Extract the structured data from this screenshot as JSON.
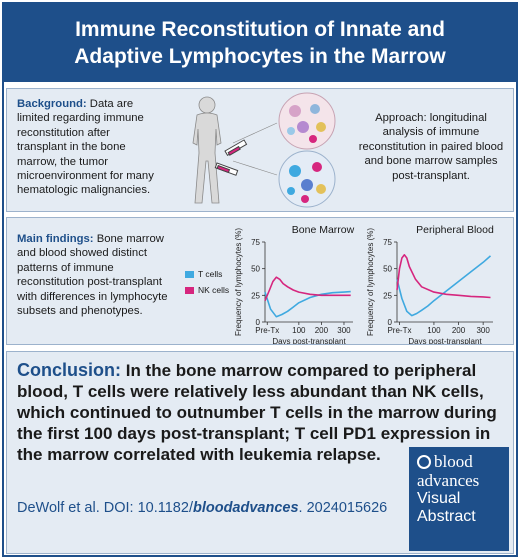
{
  "header": {
    "title": "Immune Reconstitution of Innate and Adaptive Lymphocytes in the Marrow"
  },
  "background": {
    "label": "Background:",
    "text": " Data are limited regarding immune reconstitution after transplant in the bone marrow, the tumor microenvironment for many hematologic malignancies.",
    "approach": "Approach: longitudinal analysis of immune reconstitution in paired blood and bone marrow samples post-transplant."
  },
  "main_findings": {
    "label": "Main findings:",
    "text": " Bone marrow and blood showed distinct patterns of immune reconstitution post-transplant with differences in lymphocyte subsets and phenotypes."
  },
  "legend": {
    "t_cells": "T cells",
    "nk_cells": "NK cells"
  },
  "colors": {
    "t_cells": "#3fa9e0",
    "nk_cells": "#d6267e",
    "brand": "#1e4f8a"
  },
  "chart_data": [
    {
      "type": "line",
      "title": "Bone Marrow",
      "xlabel": "Days post-transplant",
      "ylabel": "Frequency of lymphocytes (%)",
      "x_ticks": [
        "Pre-Tx",
        "100",
        "200",
        "300"
      ],
      "y_ticks": [
        0,
        25,
        50,
        75
      ],
      "ylim": [
        0,
        75
      ],
      "series": [
        {
          "name": "T cells",
          "x": [
            -50,
            -25,
            0,
            25,
            50,
            75,
            100,
            150,
            200,
            250,
            300,
            330
          ],
          "y": [
            28,
            12,
            5,
            7,
            10,
            14,
            18,
            23,
            26,
            27.5,
            28,
            28.5
          ]
        },
        {
          "name": "NK cells",
          "x": [
            -50,
            -30,
            -15,
            0,
            15,
            30,
            50,
            75,
            100,
            150,
            200,
            250,
            300,
            330
          ],
          "y": [
            20,
            30,
            38,
            42,
            40,
            36,
            33,
            30,
            28,
            26,
            25,
            25,
            25,
            25
          ]
        }
      ]
    },
    {
      "type": "line",
      "title": "Peripheral Blood",
      "xlabel": "Days post-transplant",
      "ylabel": "Frequency of lymphocytes (%)",
      "x_ticks": [
        "Pre-Tx",
        "100",
        "200",
        "300"
      ],
      "y_ticks": [
        0,
        25,
        50,
        75
      ],
      "ylim": [
        0,
        75
      ],
      "series": [
        {
          "name": "T cells",
          "x": [
            -50,
            -30,
            -10,
            10,
            30,
            50,
            75,
            100,
            150,
            200,
            250,
            300,
            330
          ],
          "y": [
            40,
            22,
            10,
            6,
            8,
            11,
            15,
            20,
            29,
            38,
            47,
            56,
            62
          ]
        },
        {
          "name": "NK cells",
          "x": [
            -50,
            -40,
            -30,
            -20,
            -10,
            0,
            25,
            50,
            100,
            150,
            200,
            250,
            300,
            330
          ],
          "y": [
            30,
            50,
            60,
            63,
            60,
            52,
            40,
            33,
            28,
            26,
            25,
            24,
            23.5,
            23
          ]
        }
      ]
    }
  ],
  "conclusion": {
    "label": "Conclusion:",
    "text": " In the bone marrow compared to peripheral blood, T cells were relatively less abundant than NK cells, which continued to outnumber T cells in the marrow during the first 100 days post-transplant; T cell PD1 expression in the marrow correlated with leukemia relapse."
  },
  "citation": {
    "prefix": "DeWolf et al. DOI: 10.1182/",
    "journal": "bloodadvances",
    "suffix": ". 2024015626"
  },
  "logo": {
    "line1": "blood",
    "line2": "advances",
    "line3": "Visual",
    "line4": "Abstract"
  }
}
